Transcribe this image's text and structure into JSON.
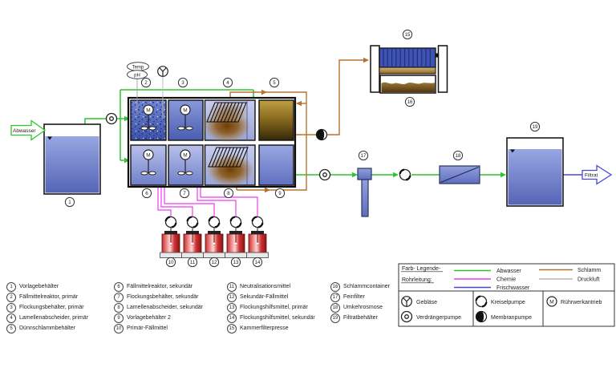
{
  "diagram": {
    "inlet_label": "Abwasser",
    "outlet_label": "Filtrat",
    "sensor_temp": "Temp",
    "sensor_ph": "pH",
    "motor_letter": "M"
  },
  "pipe_colors": {
    "abwasser": "#2fc32f",
    "chemie": "#ee3cee",
    "frischwasser": "#4646dc",
    "schlamm": "#b5732d",
    "druckluft": "#b9b9b9"
  },
  "legend_items": [
    {
      "num": "1",
      "label": "Vorlagebehälter"
    },
    {
      "num": "2",
      "label": "Fällmittelreaktor, primär"
    },
    {
      "num": "3",
      "label": "Flockungsbehälter, primär"
    },
    {
      "num": "4",
      "label": "Lamellenabscheider, primär"
    },
    {
      "num": "5",
      "label": "Dünnschlammbehälter"
    },
    {
      "num": "6",
      "label": "Fällmittelreaktor, sekundär"
    },
    {
      "num": "7",
      "label": "Flockungsbehälter, sekundär"
    },
    {
      "num": "8",
      "label": "Lamellenabscheider, sekundär"
    },
    {
      "num": "9",
      "label": "Vorlagebehälter 2"
    },
    {
      "num": "10",
      "label": "Primär-Fällmittel"
    },
    {
      "num": "11",
      "label": "Neutralisationsmittel"
    },
    {
      "num": "12",
      "label": "Sekundär-Fällmittel"
    },
    {
      "num": "13",
      "label": "Flockungshilfsmittel, primär"
    },
    {
      "num": "14",
      "label": "Flockungshilfsmittel, sekundär"
    },
    {
      "num": "15",
      "label": "Kammerfilterpresse"
    },
    {
      "num": "16",
      "label": "Schlammcontainer"
    },
    {
      "num": "17",
      "label": "Feinfilter"
    },
    {
      "num": "18",
      "label": "Umkehrosmose"
    },
    {
      "num": "19",
      "label": "Filtratbehälter"
    }
  ],
  "color_legend": {
    "title1": "Farb- Legende-",
    "title2": "Rohrleitung:",
    "lines": [
      {
        "label": "Abwasser",
        "color": "#2fc32f"
      },
      {
        "label": "Chemie",
        "color": "#ee3cee"
      },
      {
        "label": "Frischwasser",
        "color": "#4646dc"
      },
      {
        "label": "Schlamm",
        "color": "#b5732d"
      },
      {
        "label": "Druckluft",
        "color": "#b9b9b9"
      }
    ],
    "symbols": [
      {
        "label": "Gebläse"
      },
      {
        "label": "Verdrängerpumpe"
      },
      {
        "label": "Kreiselpumpe"
      },
      {
        "label": "Membranpumpe"
      },
      {
        "label": "Rührwerkantrieb"
      }
    ]
  }
}
